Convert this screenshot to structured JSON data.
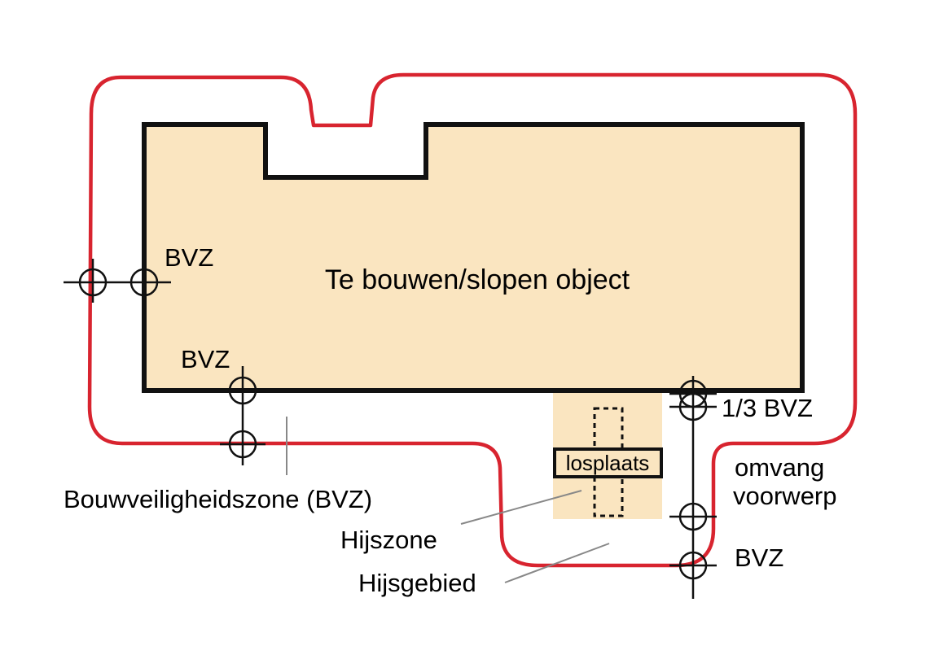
{
  "colors": {
    "building_fill": "#fae5c0",
    "zone_outline": "#d8242f",
    "outline": "#111111",
    "pointer_line": "#888888"
  },
  "labels": {
    "object": "Te bouwen/slopen object",
    "bvz_left": "BVZ",
    "bvz_lower": "BVZ",
    "bvz_third": "1/3 BVZ",
    "bvz_bottom_right": "BVZ",
    "omvang_line1": "omvang",
    "omvang_line2": "voorwerp",
    "bouwveiligheidszone": "Bouwveiligheidszone (BVZ)",
    "hijszone": "Hijszone",
    "hijsgebied": "Hijsgebied",
    "losplaats": "losplaats"
  }
}
